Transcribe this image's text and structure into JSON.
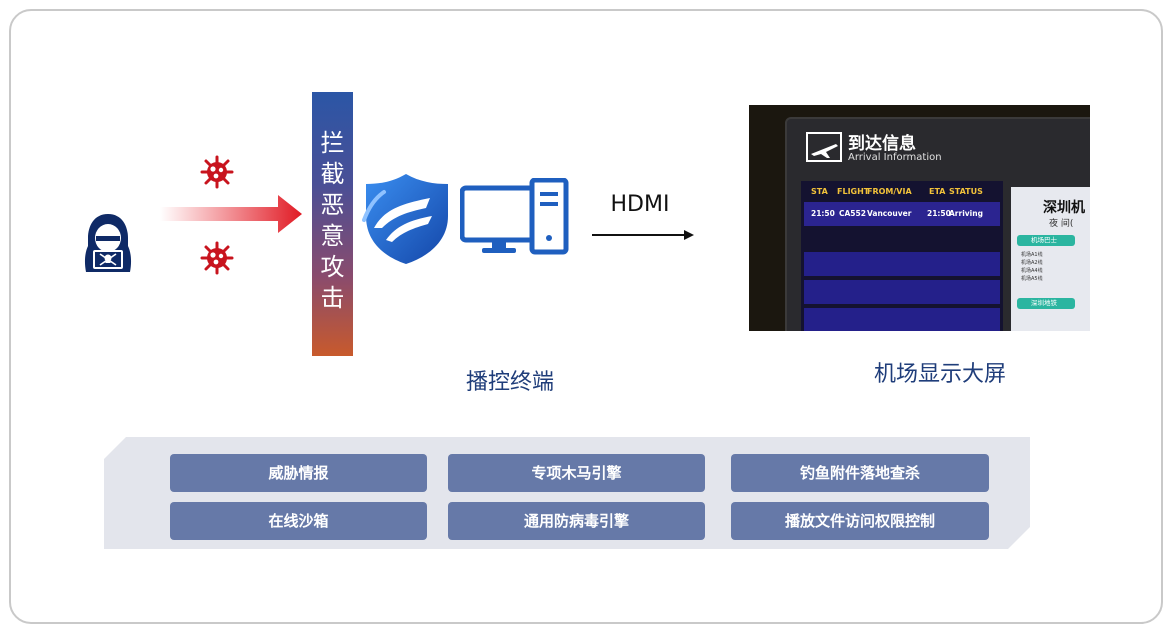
{
  "intercept_label": "拦截恶意攻击",
  "hdmi_label": "HDMI",
  "terminal_label": "播控终端",
  "screen_label": "机场显示大屏",
  "board": {
    "title_cn": "到达信息",
    "title_en": "Arrival Information",
    "headers": [
      "STA",
      "FLIGHT",
      "FROM/VIA",
      "ETA",
      "STATUS"
    ],
    "row": [
      "21:50",
      "CA552",
      "Vancouver",
      "21:50",
      "Arriving"
    ],
    "side_title": "深圳机",
    "side_sub": "夜 间(",
    "tag_bus": "机场巴士",
    "tag_metro": "深圳地铁"
  },
  "features": [
    [
      "威胁情报",
      "专项木马引擎",
      "钓鱼附件落地查杀"
    ],
    [
      "在线沙箱",
      "通用防病毒引擎",
      "播放文件访问权限控制"
    ]
  ],
  "icons": [
    "hacker-icon",
    "virus-icon",
    "shield-icon",
    "computer-icon",
    "plane-icon"
  ],
  "colors": {
    "accent_blue": "#1f5fbf",
    "virus_red": "#c8141e",
    "feature_box": "#6679a8",
    "title_text": "#1f3d7a"
  }
}
